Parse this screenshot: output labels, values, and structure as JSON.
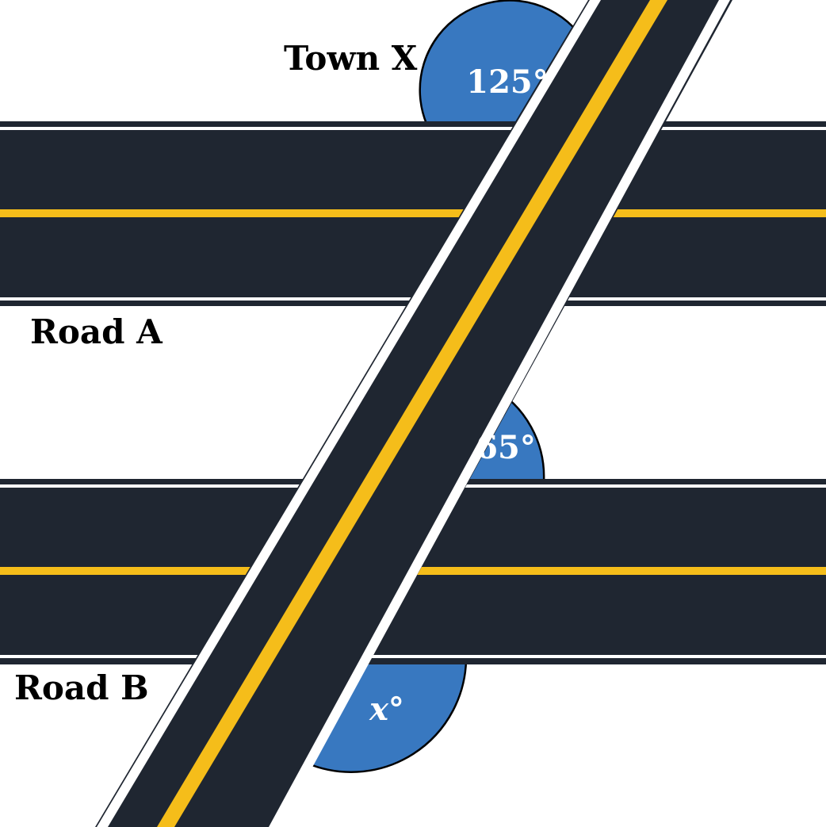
{
  "labels": {
    "town": "Town X",
    "road_a": "Road A",
    "road_b": "Road B"
  },
  "angles": {
    "top": "125°",
    "middle": "65°",
    "bottom_var": "x",
    "bottom_deg": "°"
  },
  "colors": {
    "asphalt": "#1f2631",
    "edge_line": "#ffffff",
    "center_line": "#f5bd1a",
    "angle_fill": "#3878c0",
    "angle_stroke": "#000000",
    "background": "#ffffff"
  }
}
